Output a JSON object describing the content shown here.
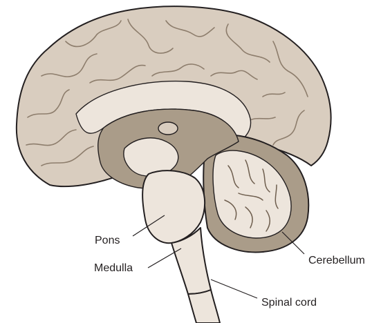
{
  "labels": {
    "pons": "Pons",
    "medulla": "Medulla",
    "cerebellum": "Cerebellum",
    "spinal_cord": "Spinal cord"
  },
  "colors": {
    "cortex": "#d9cdbf",
    "inner_tissue": "#aa9c89",
    "brainstem": "#ede5dc",
    "white_matter": "#ede5dc",
    "outline": "#231f20",
    "sulci": "#8d7d6c"
  }
}
